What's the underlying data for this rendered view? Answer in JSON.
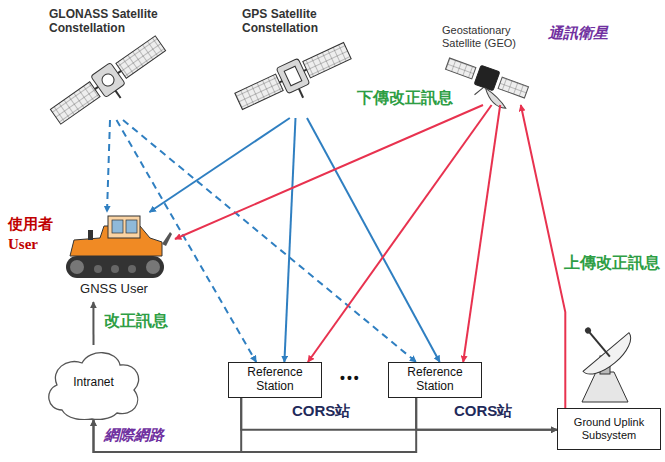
{
  "diagram": {
    "nodes": [
      {
        "text": [
          "GLONASS Satellite Constellation"
        ]
      },
      {
        "text": [
          "GPS Satellite Constellation"
        ]
      },
      {
        "text": [
          "Geostationary Satellite (GEO)",
          "通訊衛星"
        ]
      },
      {
        "text": [
          "使用者 User",
          "GNSS User"
        ]
      },
      {
        "text": [
          "Intranet"
        ]
      },
      {
        "text": [
          "Reference Station"
        ]
      },
      {
        "text": [
          "Reference Station"
        ]
      },
      {
        "text": [
          "Ground Uplink Subsystem"
        ]
      }
    ],
    "edges": [
      {
        "from": 0,
        "to": 3,
        "arrow": "to"
      },
      {
        "from": 0,
        "to": 5,
        "arrow": "to"
      },
      {
        "from": 0,
        "to": 6,
        "arrow": "to"
      },
      {
        "from": 1,
        "to": 3,
        "arrow": "to"
      },
      {
        "from": 1,
        "to": 5,
        "arrow": "to"
      },
      {
        "from": 1,
        "to": 6,
        "arrow": "to"
      },
      {
        "from": 2,
        "to": 3,
        "label": "下傳改正訊息",
        "arrow": "to"
      },
      {
        "from": 2,
        "to": 5,
        "arrow": "to"
      },
      {
        "from": 2,
        "to": 6,
        "arrow": "to"
      },
      {
        "from": 7,
        "to": 2,
        "label": "上傳改正訊息",
        "arrow": "to"
      },
      {
        "from": 5,
        "to": 7,
        "label": "CORS站",
        "arrow": "to"
      },
      {
        "from": 6,
        "to": 7,
        "label": "CORS站",
        "arrow": "to"
      },
      {
        "from": 5,
        "to": 4,
        "label": "網際網路",
        "arrow": "to"
      },
      {
        "from": 6,
        "to": 4,
        "arrow": "to"
      },
      {
        "from": 4,
        "to": 3,
        "label": "改正訊息",
        "arrow": "to"
      }
    ],
    "labels": [
      "•••"
    ]
  }
}
